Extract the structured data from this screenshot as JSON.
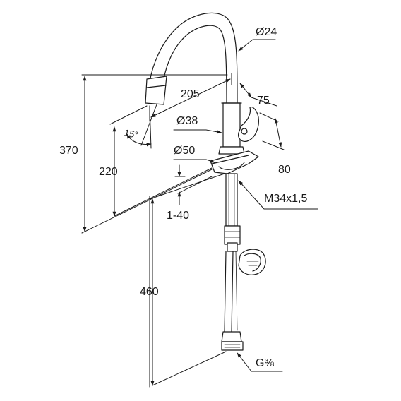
{
  "dimensions": {
    "spout_diameter": "Ø24",
    "reach": "205",
    "handle_depth": "75",
    "body_diameter": "Ø38",
    "spray_angle": "15°",
    "base_diameter": "Ø50",
    "handle_height": "80",
    "total_height": "370",
    "spout_height": "220",
    "deck_thickness": "1-40",
    "thread": "M34x1,5",
    "hose_length": "460",
    "connection": "G⅜"
  }
}
